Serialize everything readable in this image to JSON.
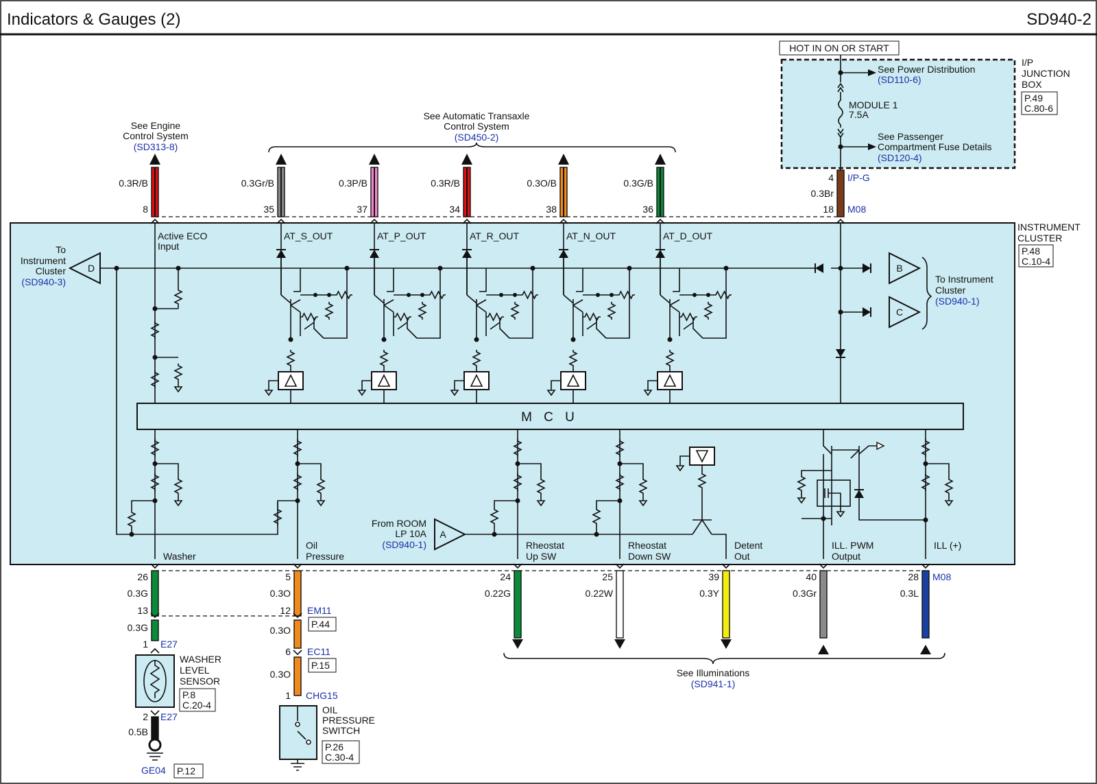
{
  "header": {
    "title": "Indicators & Gauges (2)",
    "code": "SD940-2"
  },
  "hot_label": "HOT IN ON OR START",
  "junction_box": {
    "name_lines": [
      "I/P",
      "JUNCTION",
      "BOX"
    ],
    "page": "P.49",
    "conn": "C.80-6",
    "power_text": "See Power Distribution",
    "power_ref": "(SD110-6)",
    "fuse_name": "MODULE 1",
    "fuse_amp": "7.5A",
    "pass_text1": "See Passenger",
    "pass_text2": "Compartment Fuse Details",
    "pass_ref": "(SD120-4)"
  },
  "instrument_cluster": {
    "name_lines": [
      "INSTRUMENT",
      "CLUSTER"
    ],
    "page": "P.48",
    "conn": "C.10-4"
  },
  "engine_ref": {
    "line1": "See Engine",
    "line2": "Control System",
    "ref": "(SD313-8)"
  },
  "transaxle_ref": {
    "line1": "See Automatic Transaxle",
    "line2": "Control System",
    "ref": "(SD450-2)"
  },
  "illum_ref": {
    "line1": "See Illuminations",
    "ref": "(SD941-1)"
  },
  "top_wires": [
    {
      "wire": "0.3R/B",
      "pin": "8",
      "color": "#e01010",
      "stripe": "#111",
      "label": "Active ECO",
      "label2": "Input"
    },
    {
      "wire": "0.3Gr/B",
      "pin": "35",
      "color": "#8a8a8a",
      "stripe": "#111",
      "label": "AT_S_OUT",
      "label2": ""
    },
    {
      "wire": "0.3P/B",
      "pin": "37",
      "color": "#f08ad0",
      "stripe": "#111",
      "label": "AT_P_OUT",
      "label2": ""
    },
    {
      "wire": "0.3R/B",
      "pin": "34",
      "color": "#e01010",
      "stripe": "#111",
      "label": "AT_R_OUT",
      "label2": ""
    },
    {
      "wire": "0.3O/B",
      "pin": "38",
      "color": "#f08a1c",
      "stripe": "#111",
      "label": "AT_N_OUT",
      "label2": ""
    },
    {
      "wire": "0.3G/B",
      "pin": "36",
      "color": "#0b8a3a",
      "stripe": "#111",
      "label": "AT_D_OUT",
      "label2": ""
    }
  ],
  "feed_wire": {
    "pin_top": "4",
    "conn_top": "I/P-G",
    "wire": "0.3Br",
    "pin": "18",
    "conn": "M08",
    "color": "#7a3b1a"
  },
  "mcu_label": "M C U",
  "left_ref": {
    "line1": "To",
    "line2": "Instrument",
    "line3": "Cluster",
    "ref": "(SD940-3)",
    "tag": "D"
  },
  "right_ref": {
    "line1": "To Instrument",
    "line2": "Cluster",
    "ref": "(SD940-1)",
    "tag_b": "B",
    "tag_c": "C"
  },
  "room_ref": {
    "line1": "From ROOM",
    "line2": "LP 10A",
    "ref": "(SD940-1)",
    "tag": "A"
  },
  "bottom_wires": [
    {
      "label": "Washer",
      "label2": "",
      "pin": "26",
      "wire": "0.3G",
      "color": "#0b8a3a"
    },
    {
      "label": "Oil",
      "label2": "Pressure",
      "pin": "5",
      "wire": "0.3O",
      "color": "#f08a1c"
    },
    {
      "label": "Rheostat",
      "label2": "Up SW",
      "pin": "24",
      "wire": "0.22G",
      "color": "#0b8a3a"
    },
    {
      "label": "Rheostat",
      "label2": "Down SW",
      "pin": "25",
      "wire": "0.22W",
      "color": "#ffffff"
    },
    {
      "label": "Detent",
      "label2": "Out",
      "pin": "39",
      "wire": "0.3Y",
      "color": "#f4ee10"
    },
    {
      "label": "ILL. PWM",
      "label2": "Output",
      "pin": "40",
      "wire": "0.3Gr",
      "color": "#8a8a8a"
    },
    {
      "label": "ILL (+)",
      "label2": "",
      "pin": "28",
      "wire": "0.3L",
      "color": "#1a3fa0",
      "conn": "M08"
    }
  ],
  "washer_chain": {
    "pin_mid": "13",
    "wire_mid": "0.3G",
    "pin_sensor": "1",
    "conn_sensor": "E27",
    "sensor_name": [
      "WASHER",
      "LEVEL",
      "SENSOR"
    ],
    "page": "P.8",
    "conn": "C.20-4",
    "pin_gnd": "2",
    "conn_gnd": "E27",
    "gnd_wire": "0.5B",
    "gnd_name": "GE04",
    "gnd_page": "P.12"
  },
  "oil_chain": {
    "pin_em": "12",
    "conn_em": "EM11",
    "page_em": "P.44",
    "wire_em": "0.3O",
    "pin_ec": "6",
    "conn_ec": "EC11",
    "page_ec": "P.15",
    "wire_ec": "0.3O",
    "pin_sw": "1",
    "conn_sw": "CHG15",
    "switch_name": [
      "OIL",
      "PRESSURE",
      "SWITCH"
    ],
    "page": "P.26",
    "conn": "C.30-4"
  }
}
